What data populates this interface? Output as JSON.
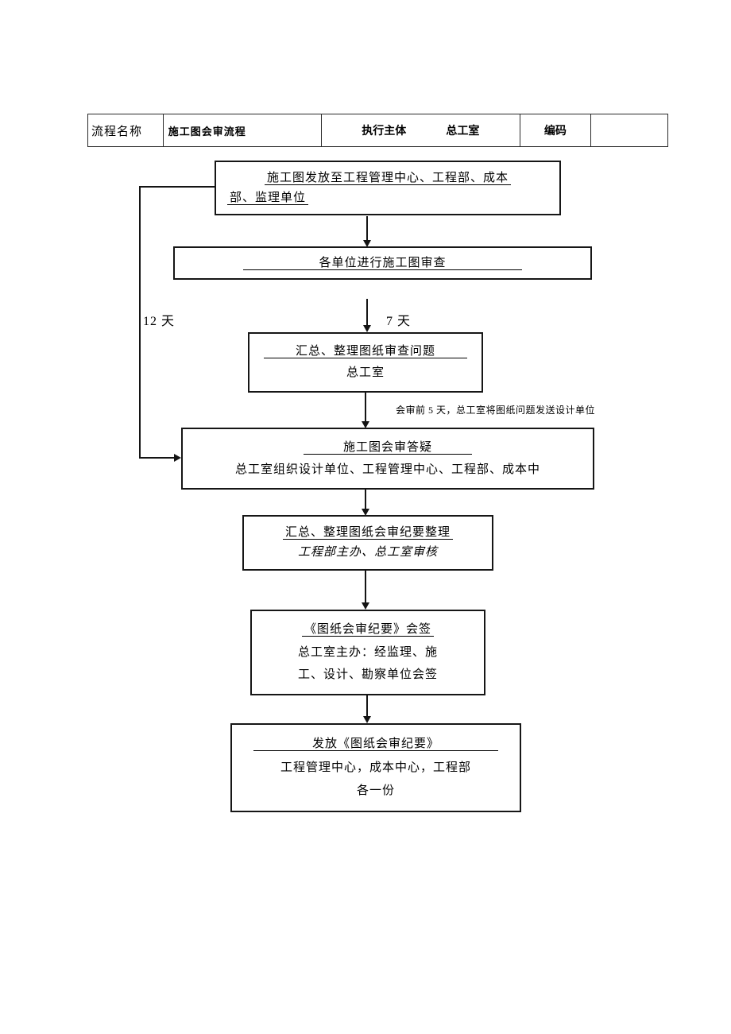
{
  "header": {
    "name_label": "流程名称",
    "name_value": "施工图会审流程",
    "executor_label": "执行主体",
    "executor_value": "总工室",
    "code_label": "编码",
    "code_value": ""
  },
  "flow": {
    "box1": {
      "line1": "施工图发放至工程管理中心、工程部、成本",
      "line2": "部、监理单位"
    },
    "box2": {
      "line1": "各单位进行施工图审查"
    },
    "box3": {
      "line1": "汇总、整理图纸审查问题",
      "line2": "总工室"
    },
    "box4": {
      "line1": "施工图会审答疑",
      "line2": "总工室组织设计单位、工程管理中心、工程部、成本中"
    },
    "box5": {
      "line1": "汇总、整理图纸会审纪要整理",
      "line2": "工程部主办、总工室审核"
    },
    "box6": {
      "line1": "《图纸会审纪要》会签",
      "line2": "总工室主办：经监理、施",
      "line3": "工、设计、勘察单位会签"
    },
    "box7": {
      "line1": "发放《图纸会审纪要》",
      "line2": "工程管理中心，成本中心，工程部",
      "line3": "各一份"
    },
    "label_left_duration": "12 天",
    "label_right_duration": "7 天",
    "annotation": "会审前 5 天，总工室将图纸问题发送设计单位"
  }
}
